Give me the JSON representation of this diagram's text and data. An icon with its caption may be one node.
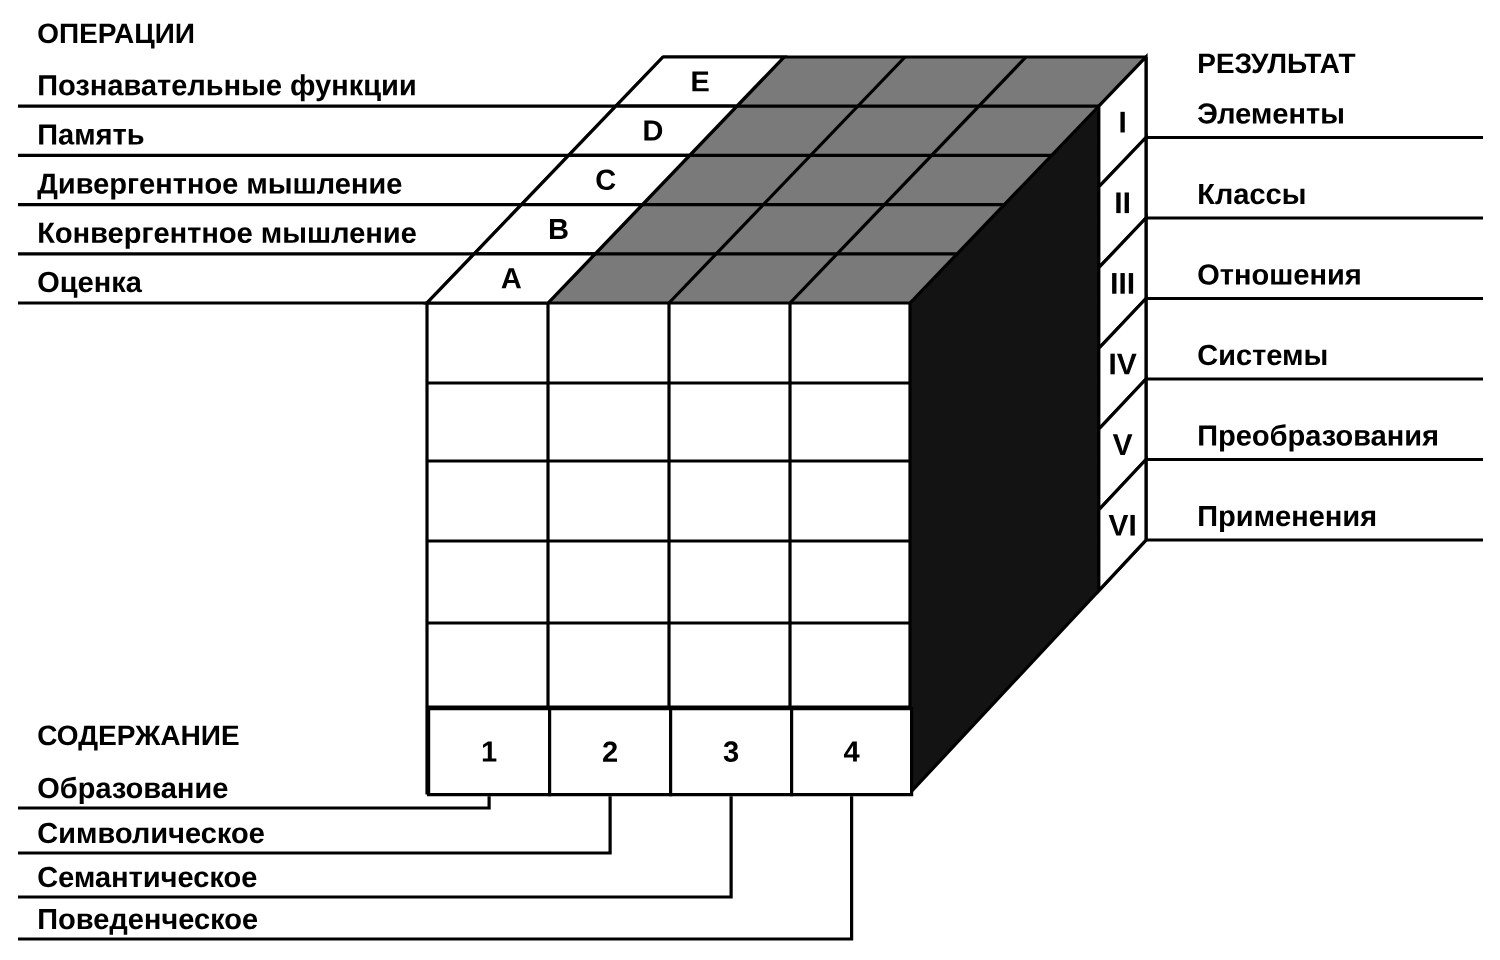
{
  "diagram": {
    "nodes": [
      {
        "text": [
          "Познавательные функции"
        ]
      },
      {
        "text": [
          "E"
        ]
      },
      {
        "text": [
          "Память"
        ]
      },
      {
        "text": [
          "D"
        ]
      },
      {
        "text": [
          "Дивергентное мышление"
        ]
      },
      {
        "text": [
          "C"
        ]
      },
      {
        "text": [
          "Конвергентное мышление"
        ]
      },
      {
        "text": [
          "B"
        ]
      },
      {
        "text": [
          "Оценка"
        ]
      },
      {
        "text": [
          "A"
        ]
      },
      {
        "text": [
          "I"
        ]
      },
      {
        "text": [
          "Элементы"
        ]
      },
      {
        "text": [
          "II"
        ]
      },
      {
        "text": [
          "Классы"
        ]
      },
      {
        "text": [
          "III"
        ]
      },
      {
        "text": [
          "Отношения"
        ]
      },
      {
        "text": [
          "IV"
        ]
      },
      {
        "text": [
          "Системы"
        ]
      },
      {
        "text": [
          "V"
        ]
      },
      {
        "text": [
          "Преобразования"
        ]
      },
      {
        "text": [
          "VI"
        ]
      },
      {
        "text": [
          "Применения"
        ]
      },
      {
        "text": [
          "1"
        ]
      },
      {
        "text": [
          "2"
        ]
      },
      {
        "text": [
          "3"
        ]
      },
      {
        "text": [
          "4"
        ]
      },
      {
        "text": [
          "Образование"
        ]
      },
      {
        "text": [
          "Символическое"
        ]
      },
      {
        "text": [
          "Семантическое"
        ]
      },
      {
        "text": [
          "Поведенческое"
        ]
      }
    ],
    "edges": [
      {
        "from": 0,
        "to": 1,
        "arrow": "none"
      },
      {
        "from": 2,
        "to": 3,
        "arrow": "none"
      },
      {
        "from": 4,
        "to": 5,
        "arrow": "none"
      },
      {
        "from": 6,
        "to": 7,
        "arrow": "none"
      },
      {
        "from": 8,
        "to": 9,
        "arrow": "none"
      },
      {
        "from": 11,
        "to": 10,
        "arrow": "none"
      },
      {
        "from": 13,
        "to": 12,
        "arrow": "none"
      },
      {
        "from": 15,
        "to": 14,
        "arrow": "none"
      },
      {
        "from": 17,
        "to": 16,
        "arrow": "none"
      },
      {
        "from": 19,
        "to": 18,
        "arrow": "none"
      },
      {
        "from": 21,
        "to": 20,
        "arrow": "none"
      },
      {
        "from": 26,
        "to": 22,
        "arrow": "none"
      },
      {
        "from": 27,
        "to": 23,
        "arrow": "none"
      },
      {
        "from": 28,
        "to": 24,
        "arrow": "none"
      },
      {
        "from": 29,
        "to": 25,
        "arrow": "none"
      }
    ],
    "labels": [
      "ОПЕРАЦИИ",
      "РЕЗУЛЬТАТ",
      "СОДЕРЖАНИЕ"
    ]
  }
}
